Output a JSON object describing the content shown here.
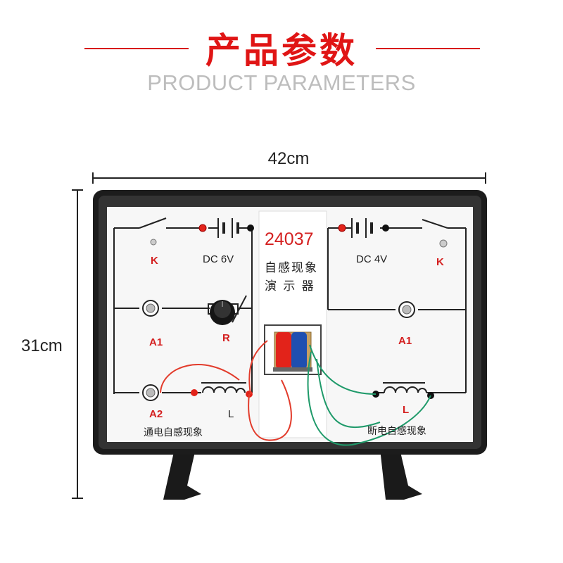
{
  "header": {
    "title_zh": "产品参数",
    "title_en": "PRODUCT PARAMETERS"
  },
  "dimensions": {
    "width": "42cm",
    "height": "31cm"
  },
  "board": {
    "model_number": "24037",
    "name_line1": "自感现象",
    "name_line2": "演 示 器",
    "left_circuit": {
      "switch_label": "K",
      "battery_label": "DC 6V",
      "lamp1_label": "A1",
      "rheostat_label": "R",
      "lamp2_label": "A2",
      "inductor_label": "L",
      "caption": "通电自感现象"
    },
    "right_circuit": {
      "battery_label": "DC 4V",
      "switch_label": "K",
      "lamp_label": "A1",
      "inductor_label": "L",
      "caption": "断电自感现象"
    }
  },
  "colors": {
    "title_red": "#e01515",
    "label_red": "#d42020",
    "frame": "#1c1c1c",
    "panel": "#f7f7f7",
    "wire_red": "#e23b2b",
    "wire_green": "#1f9a6a",
    "magnet_red": "#e2231a",
    "magnet_blue": "#1f4fb0"
  }
}
